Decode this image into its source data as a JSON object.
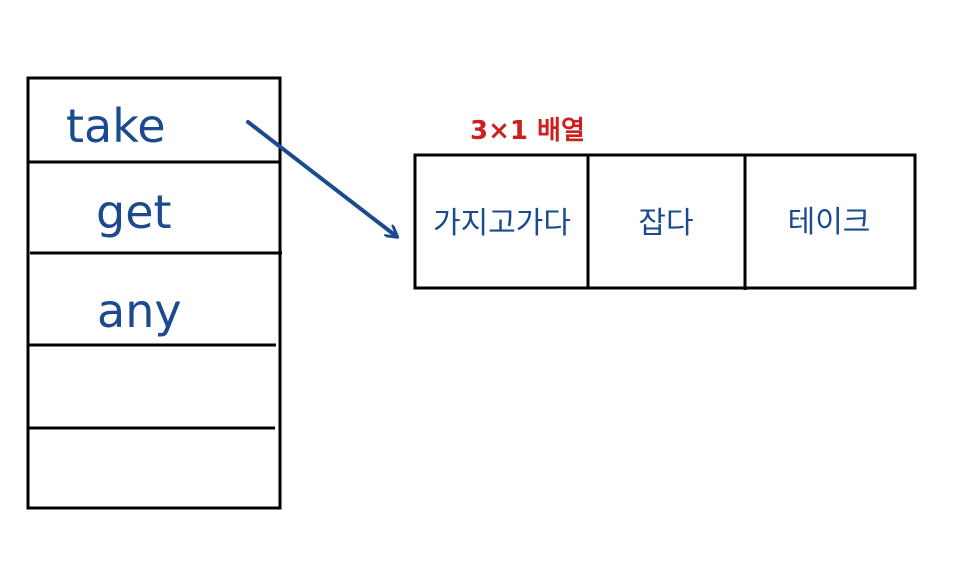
{
  "word_list": {
    "items": [
      "take",
      "get",
      "any",
      "",
      ""
    ]
  },
  "array_label": "3×1 배열",
  "array_cells": [
    "가지고가다",
    "잡다",
    "테이크"
  ],
  "colors": {
    "outline": "#000000",
    "ink": "#1b4a8e",
    "annotation": "#cc1f1f"
  }
}
